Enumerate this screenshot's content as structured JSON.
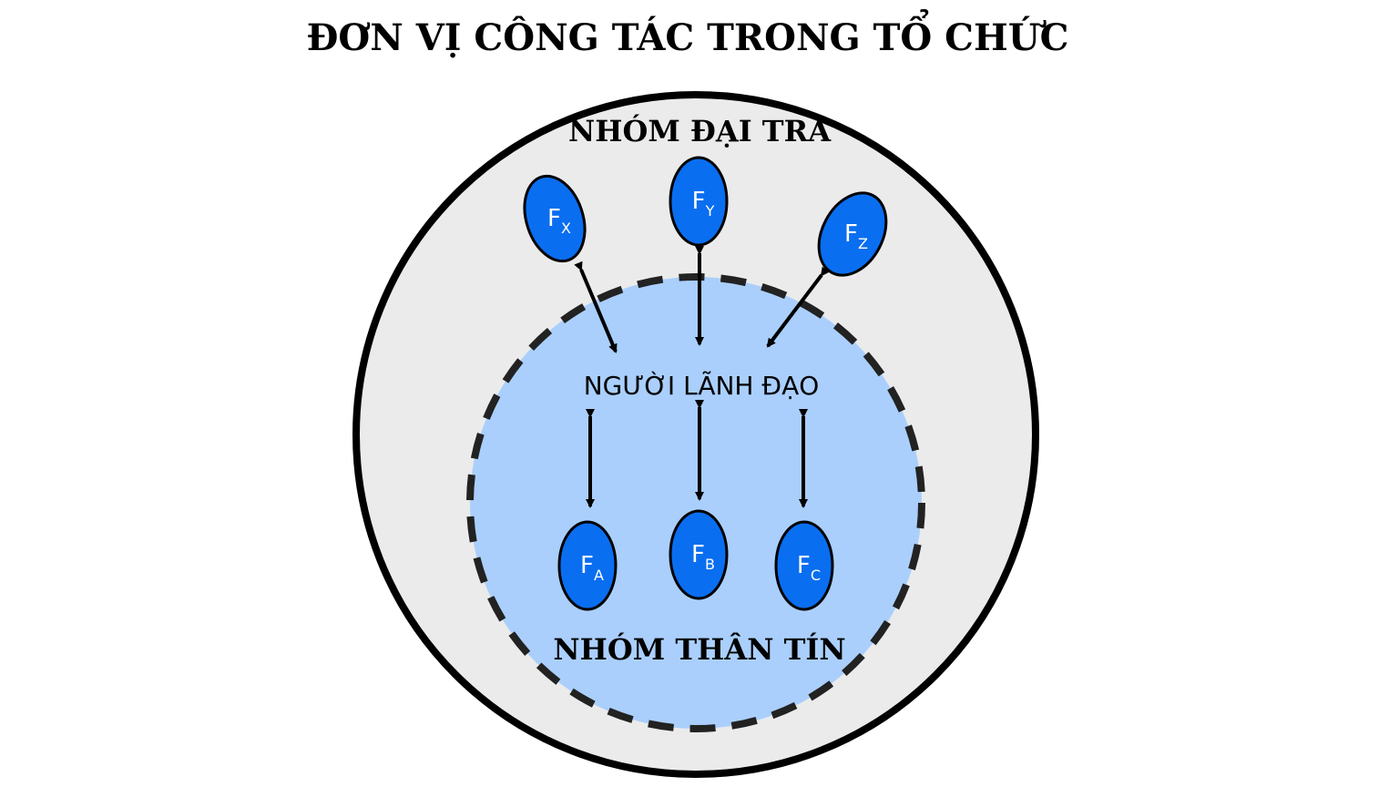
{
  "title": "ĐƠN VỊ CÔNG TÁC TRONG TỔ CHỨC",
  "outer_group": {
    "label": "NHÓM ĐẠI TRÀ"
  },
  "inner_group": {
    "label": "NHÓM THÂN TÍN"
  },
  "leader": {
    "label": "NGƯỜI LÃNH ĐẠO"
  },
  "outer_nodes": [
    {
      "id": "x",
      "main": "F",
      "sub": "X"
    },
    {
      "id": "y",
      "main": "F",
      "sub": "Y"
    },
    {
      "id": "z",
      "main": "F",
      "sub": "Z"
    }
  ],
  "inner_nodes": [
    {
      "id": "a",
      "main": "F",
      "sub": "A"
    },
    {
      "id": "b",
      "main": "F",
      "sub": "B"
    },
    {
      "id": "c",
      "main": "F",
      "sub": "C"
    }
  ],
  "colors": {
    "outer_fill": "#ebebeb",
    "inner_fill": "#aacffc",
    "node_fill": "#0a6ef0",
    "stroke": "#000000"
  }
}
